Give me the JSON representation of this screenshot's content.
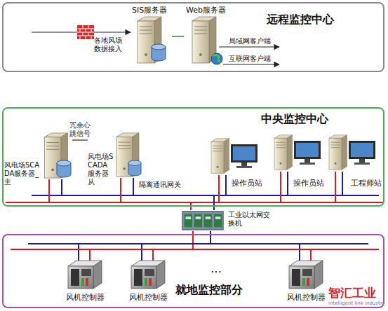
{
  "diagram": {
    "nodes": [
      {
        "text": [
          "远程监控中心"
        ]
      },
      {
        "text": [
          "SIS服务器"
        ],
        "in": 0
      },
      {
        "text": [
          "Web服务器"
        ],
        "in": 0
      },
      {
        "text": [
          "中央监控中心"
        ]
      },
      {
        "text": [
          "风电场SCADA服务器_主"
        ],
        "in": 3
      },
      {
        "text": [
          "风电场SCADA服务器 从"
        ],
        "in": 3
      },
      {
        "text": [
          "操作员站"
        ],
        "in": 3
      },
      {
        "text": [
          "操作员站"
        ],
        "in": 3
      },
      {
        "text": [
          "工程师站"
        ],
        "in": 3
      },
      {
        "text": [
          "工业以太网交换机"
        ]
      },
      {
        "text": [
          "就地监控部分"
        ]
      },
      {
        "text": [
          "风机控制器"
        ],
        "in": 10
      },
      {
        "text": [
          "风机控制器"
        ],
        "in": 10
      },
      {
        "text": [
          "风机控制器"
        ],
        "in": 10
      }
    ],
    "edges": [
      {
        "from": 1,
        "to": 2,
        "arrow": "none"
      },
      {
        "from": 4,
        "to": 5,
        "label": "冗余心跳信号",
        "arrow": "none"
      }
    ],
    "labels": [
      "各地风场数据接入",
      "局域网客户端",
      "互联网客户端",
      "隔离通讯网关",
      "…",
      "智汇工业",
      "intelligent link industry"
    ]
  }
}
